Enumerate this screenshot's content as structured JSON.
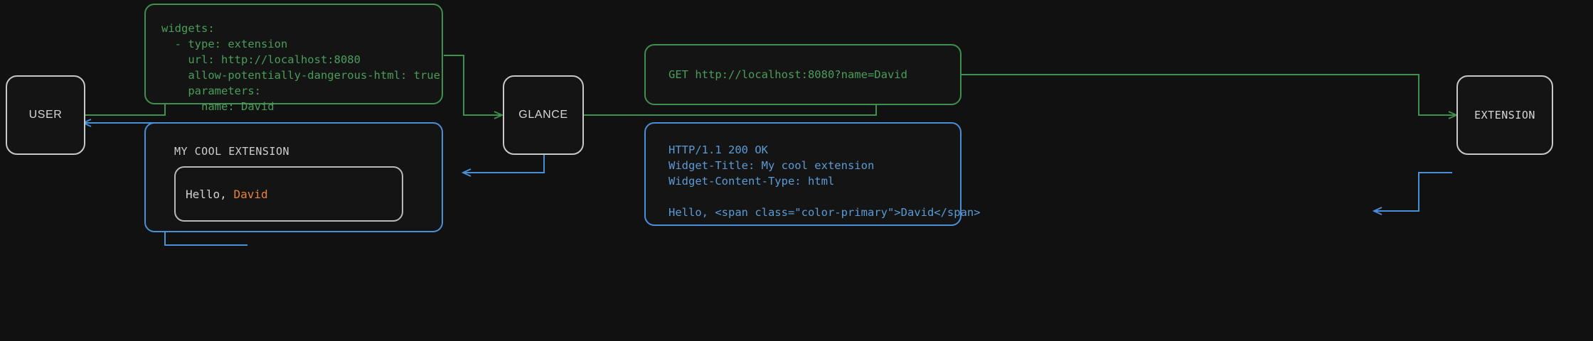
{
  "diagram": {
    "title": "Glance extension widget request flow",
    "background": "#111111",
    "colors": {
      "request_green": "#4a9d5a",
      "response_blue": "#4a90d9",
      "actor_border": "#c8c8c8",
      "accent_orange": "#e8833a",
      "text_light": "#d6d6d6"
    }
  },
  "actors": {
    "user": "USER",
    "glance": "GLANCE",
    "extension": "EXTENSION"
  },
  "config_box": {
    "language": "yaml",
    "lines": [
      "widgets:",
      "  - type: extension",
      "    url: http://localhost:8080",
      "    allow-potentially-dangerous-html: true",
      "    parameters:",
      "      name: David"
    ],
    "text": "widgets:\n  - type: extension\n    url: http://localhost:8080\n    allow-potentially-dangerous-html: true\n    parameters:\n      name: David"
  },
  "request_box": {
    "lines": [
      "GET http://localhost:8080?name=David"
    ],
    "text": "GET http://localhost:8080?name=David"
  },
  "response_box": {
    "lines": [
      "HTTP/1.1 200 OK",
      "Widget-Title: My cool extension",
      "Widget-Content-Type: html",
      "",
      "Hello, <span class=\"color-primary\">David</span>"
    ],
    "text": "HTTP/1.1 200 OK\nWidget-Title: My cool extension\nWidget-Content-Type: html\n\nHello, <span class=\"color-primary\">David</span>"
  },
  "widget_render": {
    "title": "MY COOL EXTENSION",
    "greeting_prefix": "Hello, ",
    "greeting_name": "David"
  },
  "connectors": [
    {
      "name": "user-to-config",
      "color": "#3f8f4f",
      "direction": "right"
    },
    {
      "name": "config-to-glance",
      "color": "#3f8f4f",
      "direction": "right"
    },
    {
      "name": "glance-to-request",
      "color": "#3f8f4f",
      "direction": "right"
    },
    {
      "name": "request-to-extension",
      "color": "#3f8f4f",
      "direction": "right"
    },
    {
      "name": "extension-to-response",
      "color": "#4a90d9",
      "direction": "left"
    },
    {
      "name": "response-to-glance",
      "color": "#4a90d9",
      "direction": "left"
    },
    {
      "name": "glance-to-widget",
      "color": "#4a90d9",
      "direction": "left"
    },
    {
      "name": "widget-to-user",
      "color": "#4a90d9",
      "direction": "left"
    }
  ]
}
